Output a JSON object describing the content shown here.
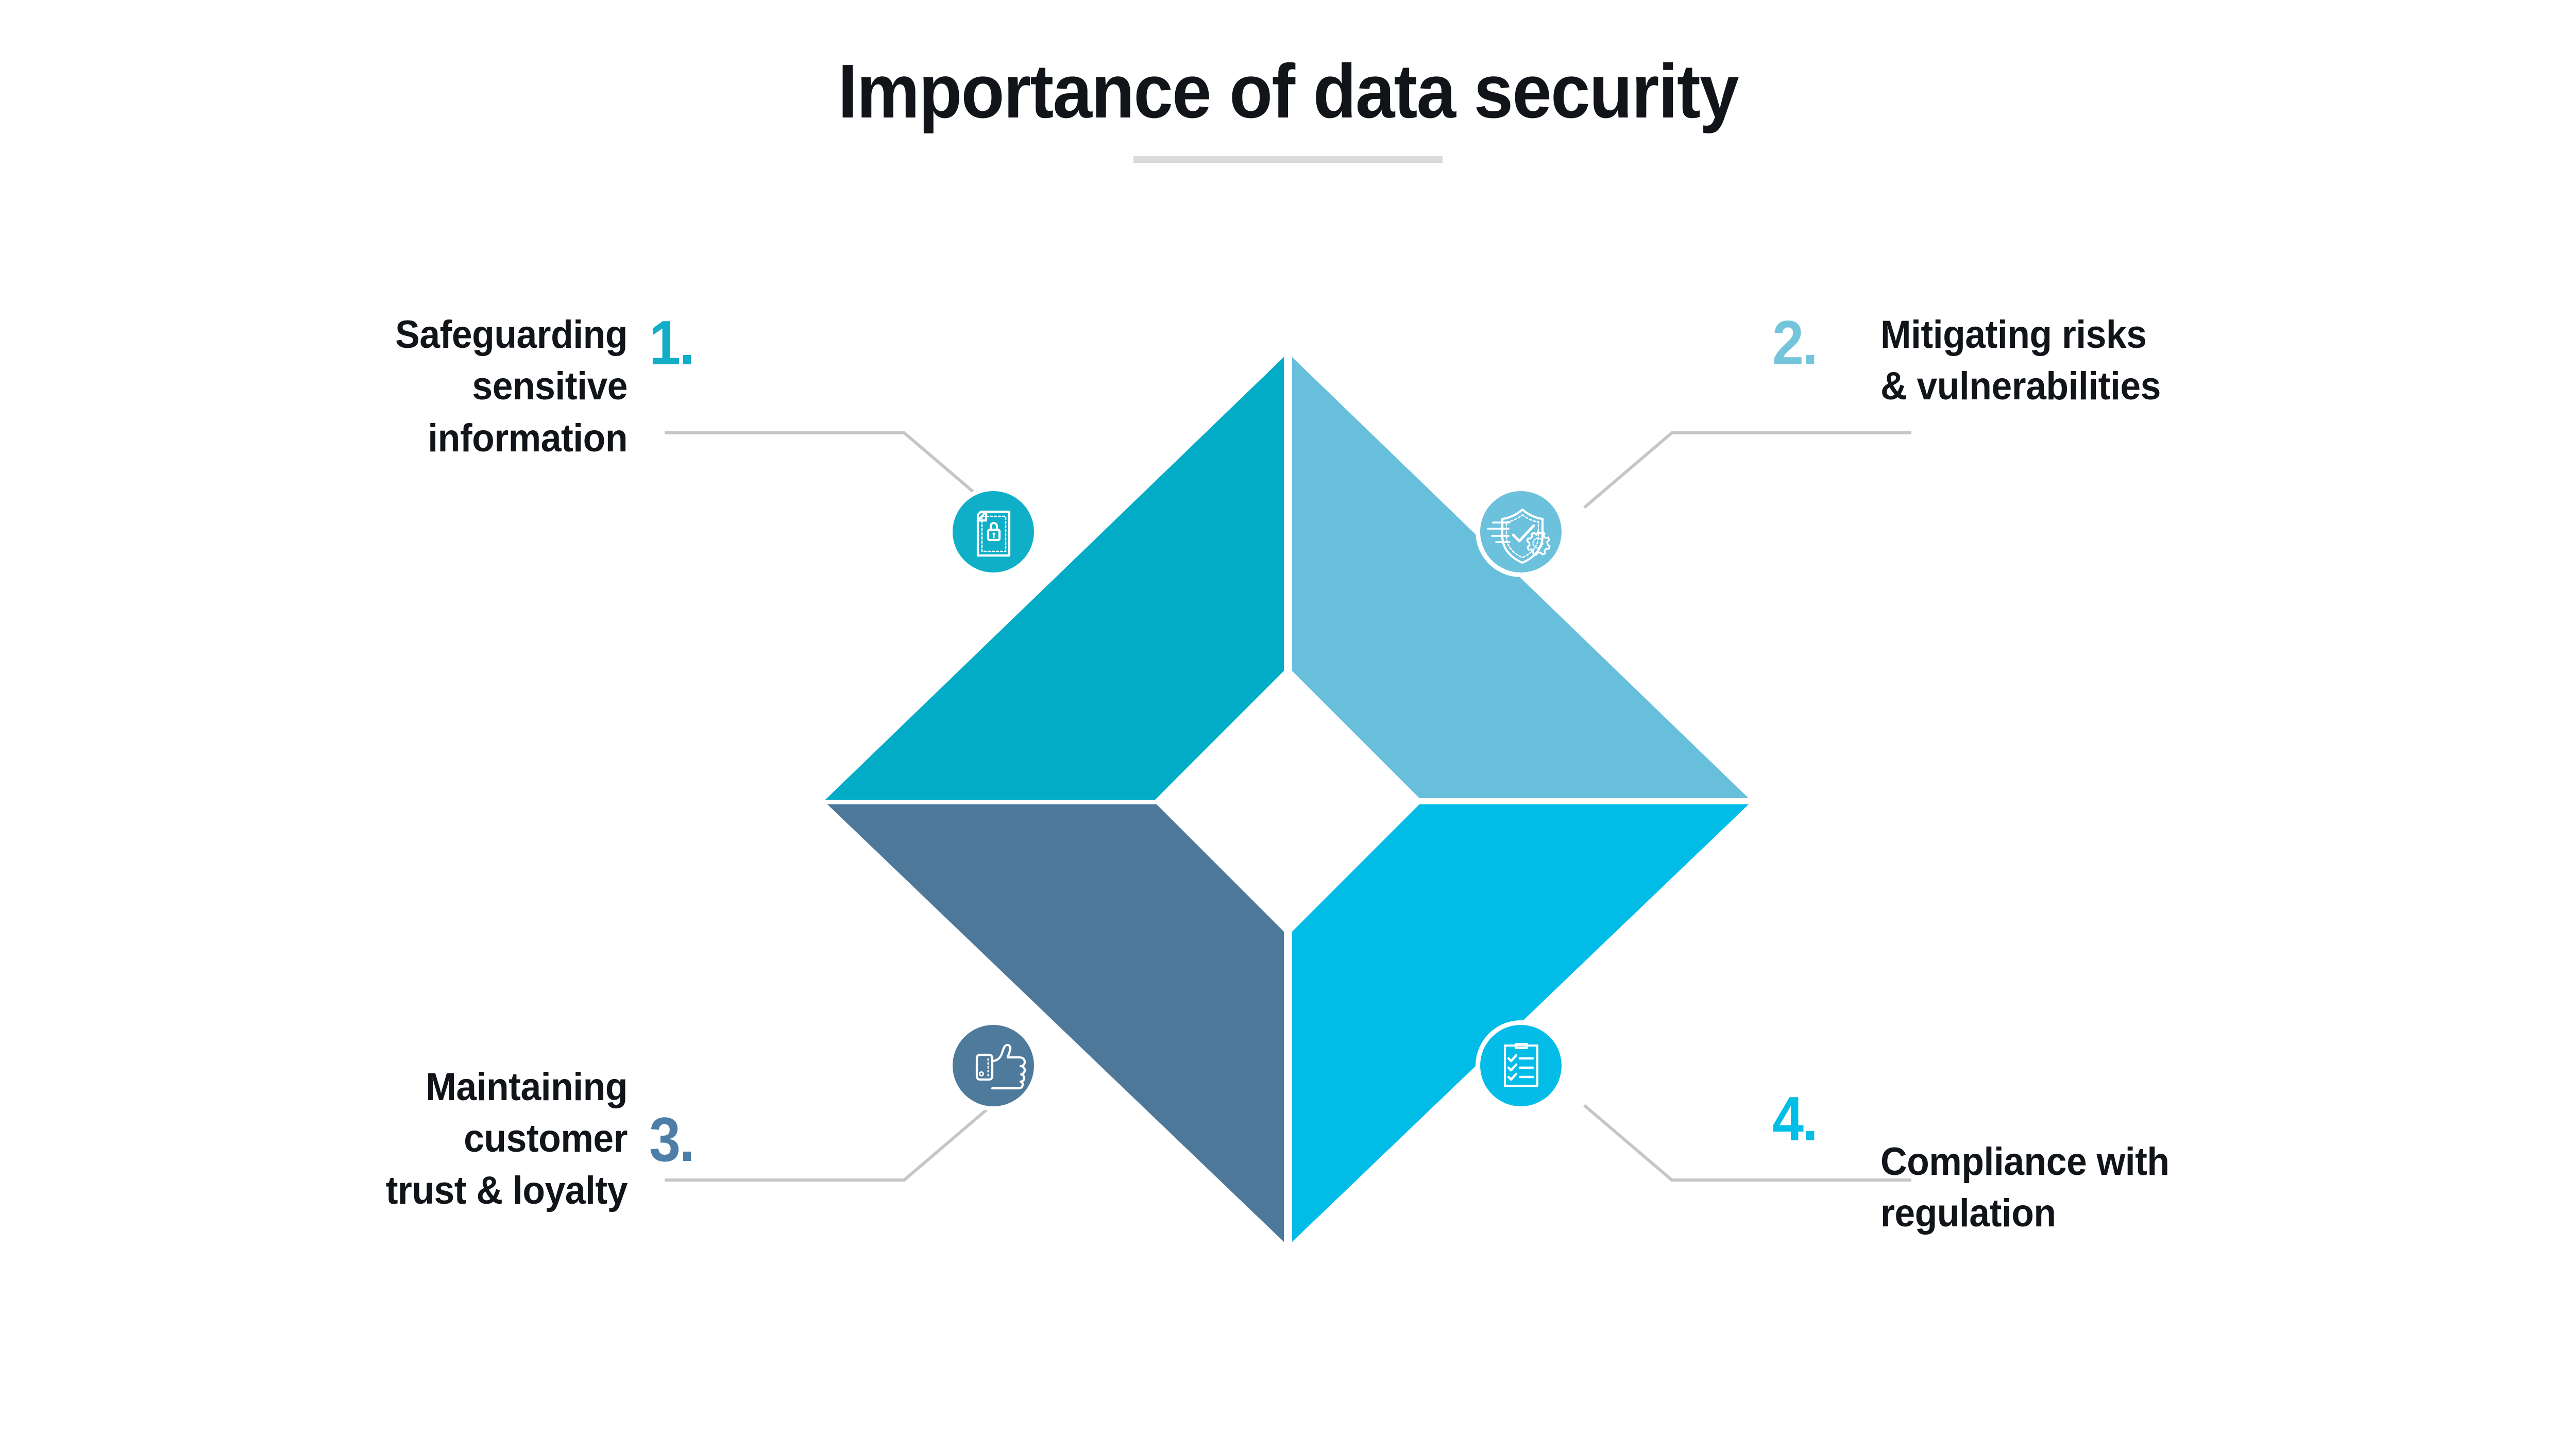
{
  "header": {
    "title": "Importance of data security",
    "divider_color": "#dadada"
  },
  "palette": {
    "quad_top_left": "#03ACC6",
    "quad_top_right": "#68BFDB",
    "quad_bottom_left": "#4D7899",
    "quad_bottom_right": "#00BCE7",
    "circle_top_left": "#0FAFC8",
    "circle_top_right": "#6CC1DC",
    "circle_bottom_left": "#4E7A9B",
    "circle_bottom_right": "#03BDE8",
    "connector_line": "#c6c6c6",
    "icon_stroke": "#ffffff",
    "text": "#111418",
    "background": "#ffffff"
  },
  "items": [
    {
      "number": "1.",
      "number_color": "#12AEC8",
      "label": "Safeguarding sensitive information",
      "label_lines": [
        "Safeguarding",
        "sensitive",
        "information"
      ],
      "icon": "document-lock-icon",
      "position": "top-left",
      "fill": "#03ACC6"
    },
    {
      "number": "2.",
      "number_color": "#74C5DC",
      "label": "Mitigating risks & vulnerabilities",
      "label_lines": [
        "Mitigating risks",
        "& vulnerabilities"
      ],
      "icon": "shield-check-gear-icon",
      "position": "top-right",
      "fill": "#68BFDB"
    },
    {
      "number": "3.",
      "number_color": "#4E7EA8",
      "label": "Maintaining customer trust & loyalty",
      "label_lines": [
        "Maintaining",
        "customer",
        "trust & loyalty"
      ],
      "icon": "thumbs-up-icon",
      "position": "bottom-left",
      "fill": "#4D7899"
    },
    {
      "number": "4.",
      "number_color": "#00BEE6",
      "label": "Compliance with regulation",
      "label_lines": [
        "Compliance with",
        "regulation"
      ],
      "icon": "clipboard-checklist-icon",
      "position": "bottom-right",
      "fill": "#00BCE7"
    }
  ]
}
